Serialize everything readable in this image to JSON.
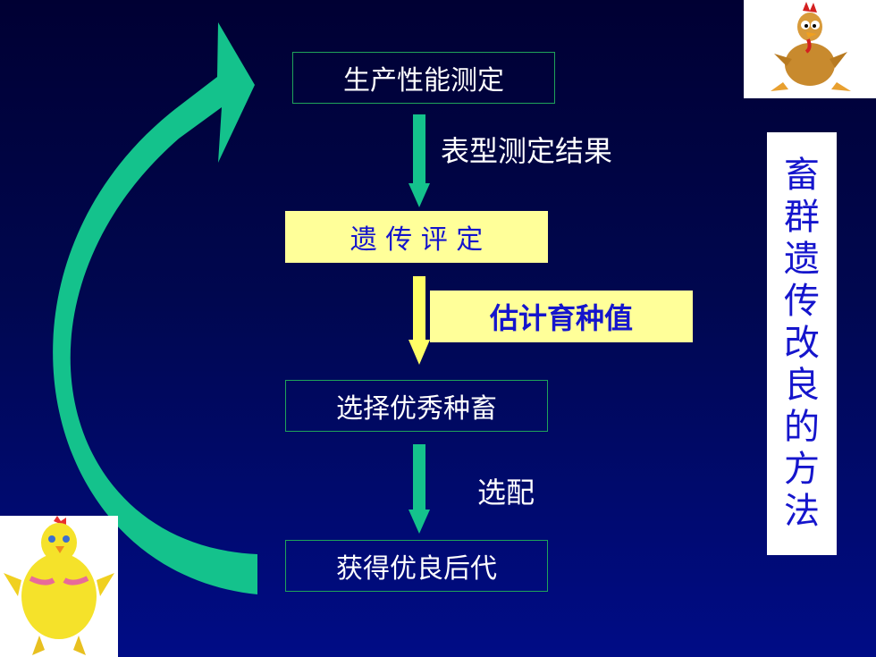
{
  "flow": {
    "step1": "生产性能测定",
    "arrow1_label": "表型测定结果",
    "step2": "遗 传 评 定",
    "arrow2_label": "估计育种值",
    "step3": "选择优秀种畜",
    "arrow3_label": "选配",
    "step4": "获得优良后代"
  },
  "side_title": "畜群遗传改良的方法",
  "colors": {
    "background": "#00074f",
    "arrow_green": "#14c28c",
    "arrow_yellow": "#ffff66",
    "highlight_fill": "#ffff99",
    "highlight_text": "#1515cc"
  },
  "images": {
    "top_right": "cartoon-chicken-sitting",
    "bottom_left": "cartoon-chicken-standing"
  }
}
